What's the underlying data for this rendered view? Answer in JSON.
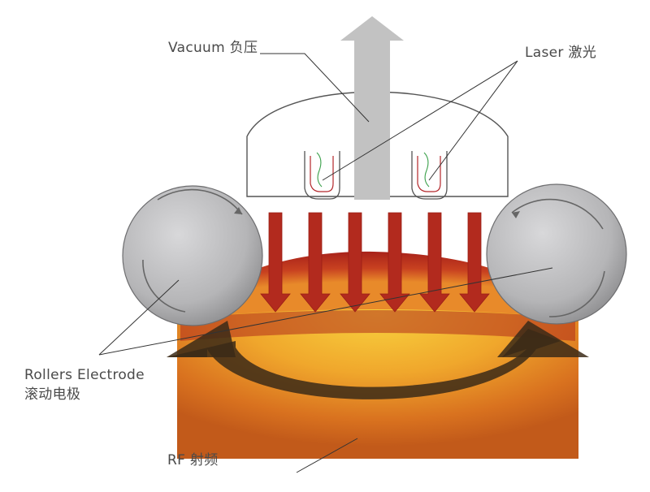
{
  "labels": {
    "vacuum": "Vacuum 负压",
    "laser": "Laser 激光",
    "rollers_line1": "Rollers Electrode",
    "rollers_line2": "滚动电极",
    "rf": "RF 射频"
  },
  "colors": {
    "tissue_core": "#f5c63a",
    "tissue_edge": "#c8561c",
    "dome_red": "#b8261a",
    "arrow_red": "#b22a1e",
    "roller_gray": "#b9b9bb",
    "vacuum_arrow": "#c2c2c2",
    "rf_arrow": "#3b2a18",
    "leader_line": "#333333"
  }
}
